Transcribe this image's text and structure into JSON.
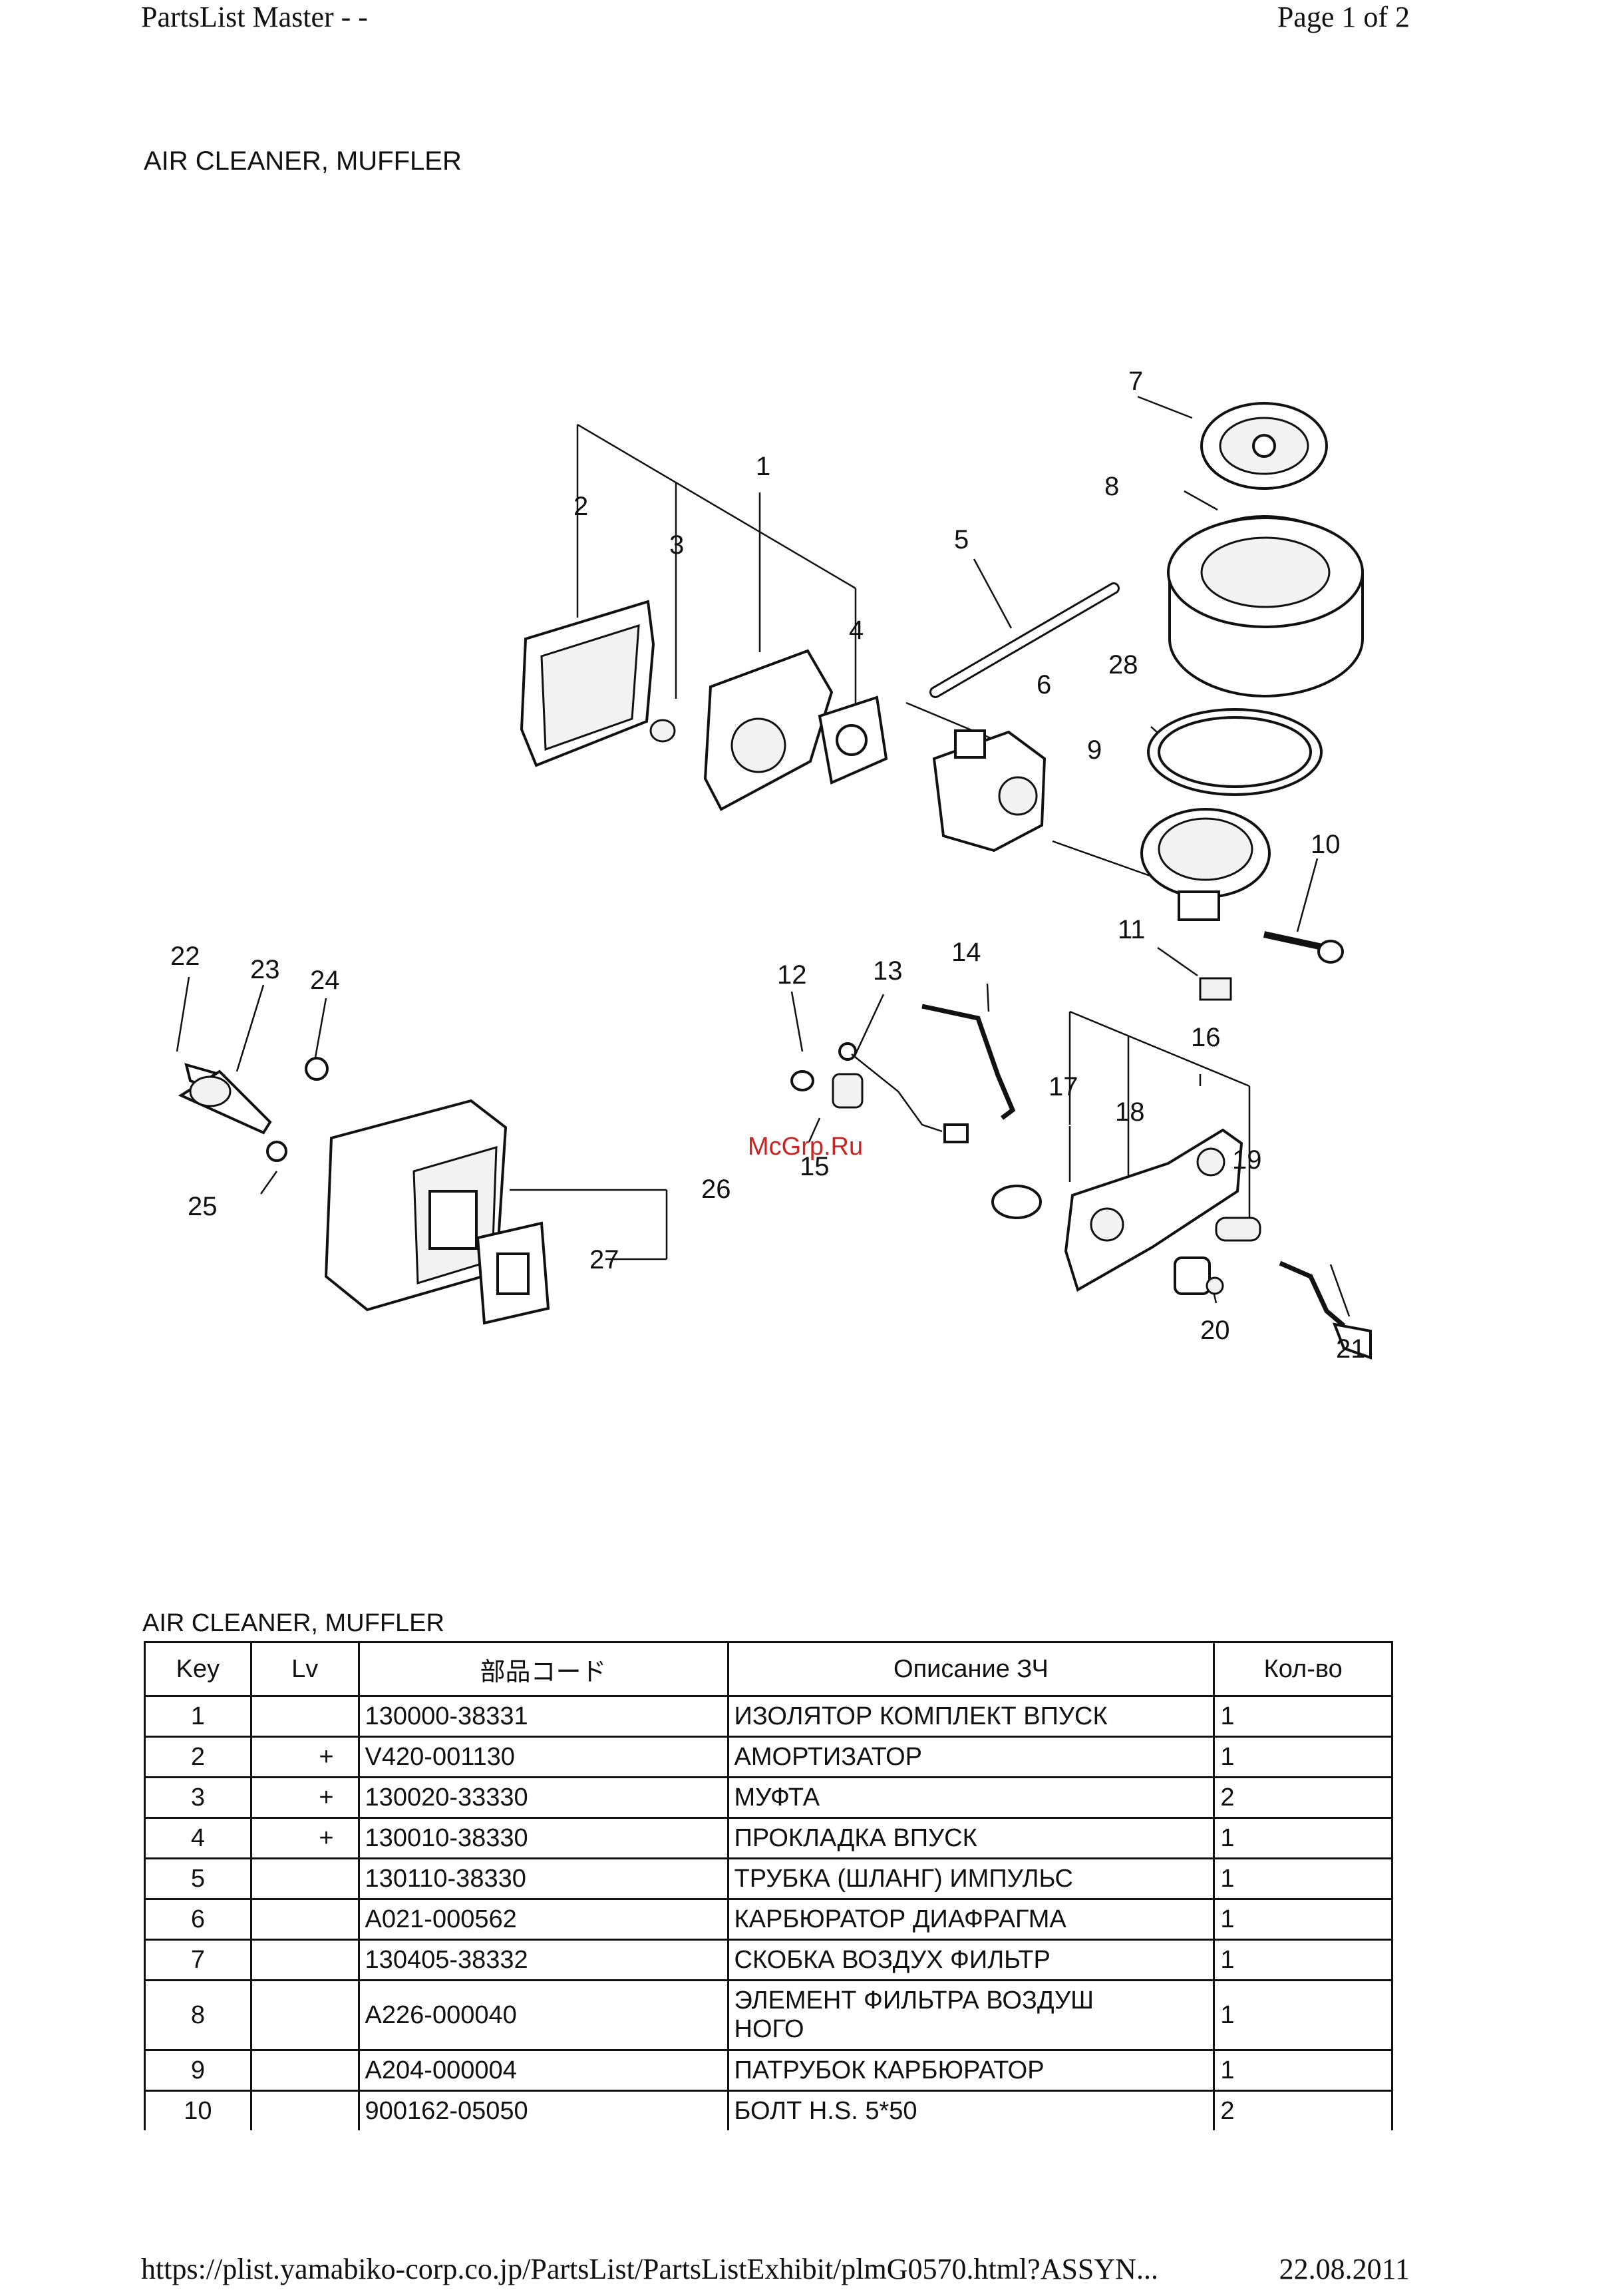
{
  "header": {
    "left": "PartsList Master - -",
    "right": "Page 1 of 2"
  },
  "section_title": "AIR CLEANER, MUFFLER",
  "diagram": {
    "callouts": [
      "1",
      "2",
      "3",
      "4",
      "5",
      "6",
      "7",
      "8",
      "9",
      "10",
      "11",
      "12",
      "13",
      "14",
      "15",
      "16",
      "17",
      "18",
      "19",
      "20",
      "21",
      "22",
      "23",
      "24",
      "25",
      "26",
      "27",
      "28"
    ]
  },
  "watermark": "McGrp.Ru",
  "table": {
    "title": "AIR CLEANER, MUFFLER",
    "columns": [
      "Key",
      "Lv",
      "部品コード",
      "Описание ЗЧ",
      "Кол-во"
    ],
    "rows": [
      {
        "key": "1",
        "lv": "",
        "code": "130000-38331",
        "desc": "ИЗОЛЯТОР КОМПЛЕКТ ВПУСК",
        "qty": "1"
      },
      {
        "key": "2",
        "lv": "+",
        "code": "V420-001130",
        "desc": "АМОРТИЗАТОР",
        "qty": "1"
      },
      {
        "key": "3",
        "lv": "+",
        "code": "130020-33330",
        "desc": "МУФТА",
        "qty": "2"
      },
      {
        "key": "4",
        "lv": "+",
        "code": "130010-38330",
        "desc": "ПРОКЛАДКА ВПУСК",
        "qty": "1"
      },
      {
        "key": "5",
        "lv": "",
        "code": "130110-38330",
        "desc": "ТРУБКА (ШЛАНГ) ИМПУЛЬС",
        "qty": "1"
      },
      {
        "key": "6",
        "lv": "",
        "code": "A021-000562",
        "desc": "КАРБЮРАТОР ДИАФРАГМА",
        "qty": "1"
      },
      {
        "key": "7",
        "lv": "",
        "code": "130405-38332",
        "desc": "СКОБКА ВОЗДУХ ФИЛЬТР",
        "qty": "1"
      },
      {
        "key": "8",
        "lv": "",
        "code": "A226-000040",
        "desc_line1": "ЭЛЕМЕНТ ФИЛЬТРА ВОЗДУШ",
        "desc_line2": "НОГО",
        "qty": "1"
      },
      {
        "key": "9",
        "lv": "",
        "code": "A204-000004",
        "desc": "ПАТРУБОК КАРБЮРАТОР",
        "qty": "1"
      },
      {
        "key": "10",
        "lv": "",
        "code": "900162-05050",
        "desc": "БОЛТ H.S. 5*50",
        "qty": "2"
      }
    ]
  },
  "footer": {
    "url": "https://plist.yamabiko-corp.co.jp/PartsList/PartsListExhibit/plmG0570.html?ASSYN...",
    "date": "22.08.2011"
  }
}
